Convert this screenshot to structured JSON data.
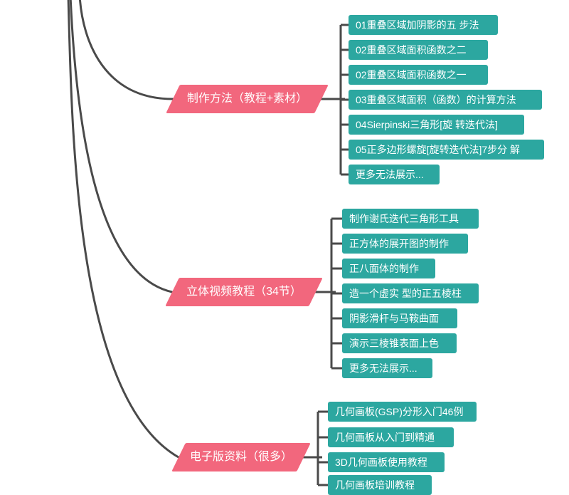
{
  "colors": {
    "branch_fill": "#F2677D",
    "child_fill": "#2CA7A0",
    "line": "#4A4A4A",
    "text": "#FFFFFF"
  },
  "mindmap": {
    "branches": [
      {
        "label": "制作方法（教程+素材）",
        "children": [
          "01重叠区域加阴影的五 步法",
          "02重叠区域面积函数之二",
          "02重叠区域面积函数之一",
          "03重叠区域面积（函数）的计算方法",
          "04Sierpinski三角形[旋 转迭代法]",
          "05正多边形螺旋[旋转迭代法]7步分 解",
          "更多无法展示..."
        ]
      },
      {
        "label": "立体视频教程（34节）",
        "children": [
          "制作谢氏迭代三角形工具",
          "正方体的展开图的制作",
          "正八面体的制作",
          "造一个虚实 型的正五棱柱",
          "阴影滑杆与马鞍曲面",
          "演示三棱锥表面上色",
          "更多无法展示..."
        ]
      },
      {
        "label": "电子版资料（很多）",
        "children": [
          "几何画板(GSP)分形入门46例",
          "几何画板从入门到精通",
          "3D几何画板使用教程",
          "几何画板培训教程"
        ]
      }
    ]
  }
}
